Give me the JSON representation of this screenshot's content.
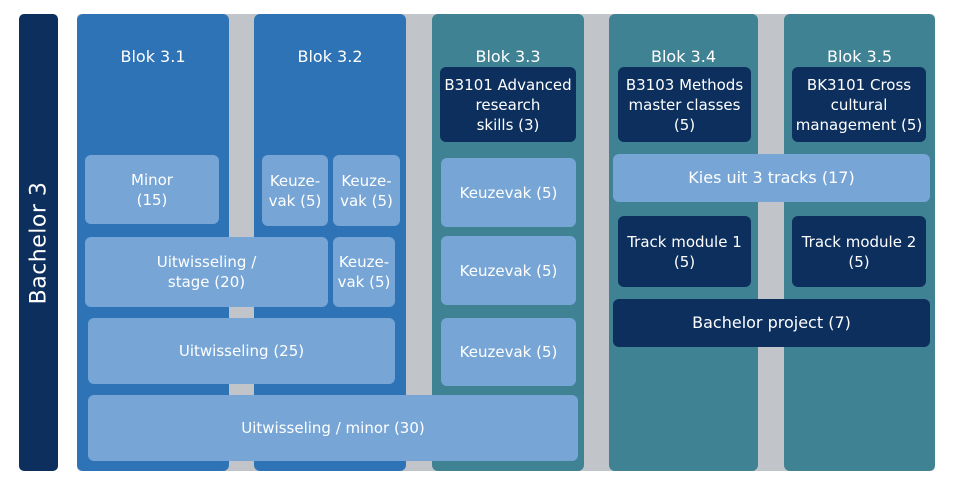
{
  "sidebar": {
    "label": "Bachelor 3"
  },
  "columns": [
    {
      "title": "Blok 3.1"
    },
    {
      "title": "Blok 3.2"
    },
    {
      "title": "Blok 3.3"
    },
    {
      "title": "Blok 3.4"
    },
    {
      "title": "Blok 3.5"
    }
  ],
  "modules": {
    "minor": {
      "line1": "Minor",
      "line2": "(15)"
    },
    "keuzevak_32a": {
      "line1": "Keuze-",
      "line2": "vak (5)"
    },
    "keuzevak_32b": {
      "line1": "Keuze-",
      "line2": "vak (5)"
    },
    "keuzevak_32c": {
      "line1": "Keuze-",
      "line2": "vak (5)"
    },
    "uitwisseling_stage": {
      "line1": "Uitwisseling /",
      "line2": "stage (20)"
    },
    "uitwisseling_25": {
      "label": "Uitwisseling (25)"
    },
    "uitwisseling_minor": {
      "label": "Uitwisseling / minor (30)"
    },
    "b3101": {
      "line1": "B3101 Advanced",
      "line2": "research",
      "line3": "skills (3)"
    },
    "keuzevak_33a": {
      "label": "Keuzevak (5)"
    },
    "keuzevak_33b": {
      "label": "Keuzevak (5)"
    },
    "keuzevak_33c": {
      "label": "Keuzevak (5)"
    },
    "b3103": {
      "line1": "B3103 Methods",
      "line2": "master classes (5)"
    },
    "bk3101": {
      "line1": "BK3101 Cross",
      "line2": "cultural",
      "line3": "management (5)"
    },
    "tracks": {
      "label": "Kies uit 3 tracks (17)"
    },
    "track1": {
      "line1": "Track module 1",
      "line2": "(5)"
    },
    "track2": {
      "line1": "Track module 2",
      "line2": "(5)"
    },
    "bachelor_project": {
      "label": "Bachelor project (7)"
    }
  }
}
